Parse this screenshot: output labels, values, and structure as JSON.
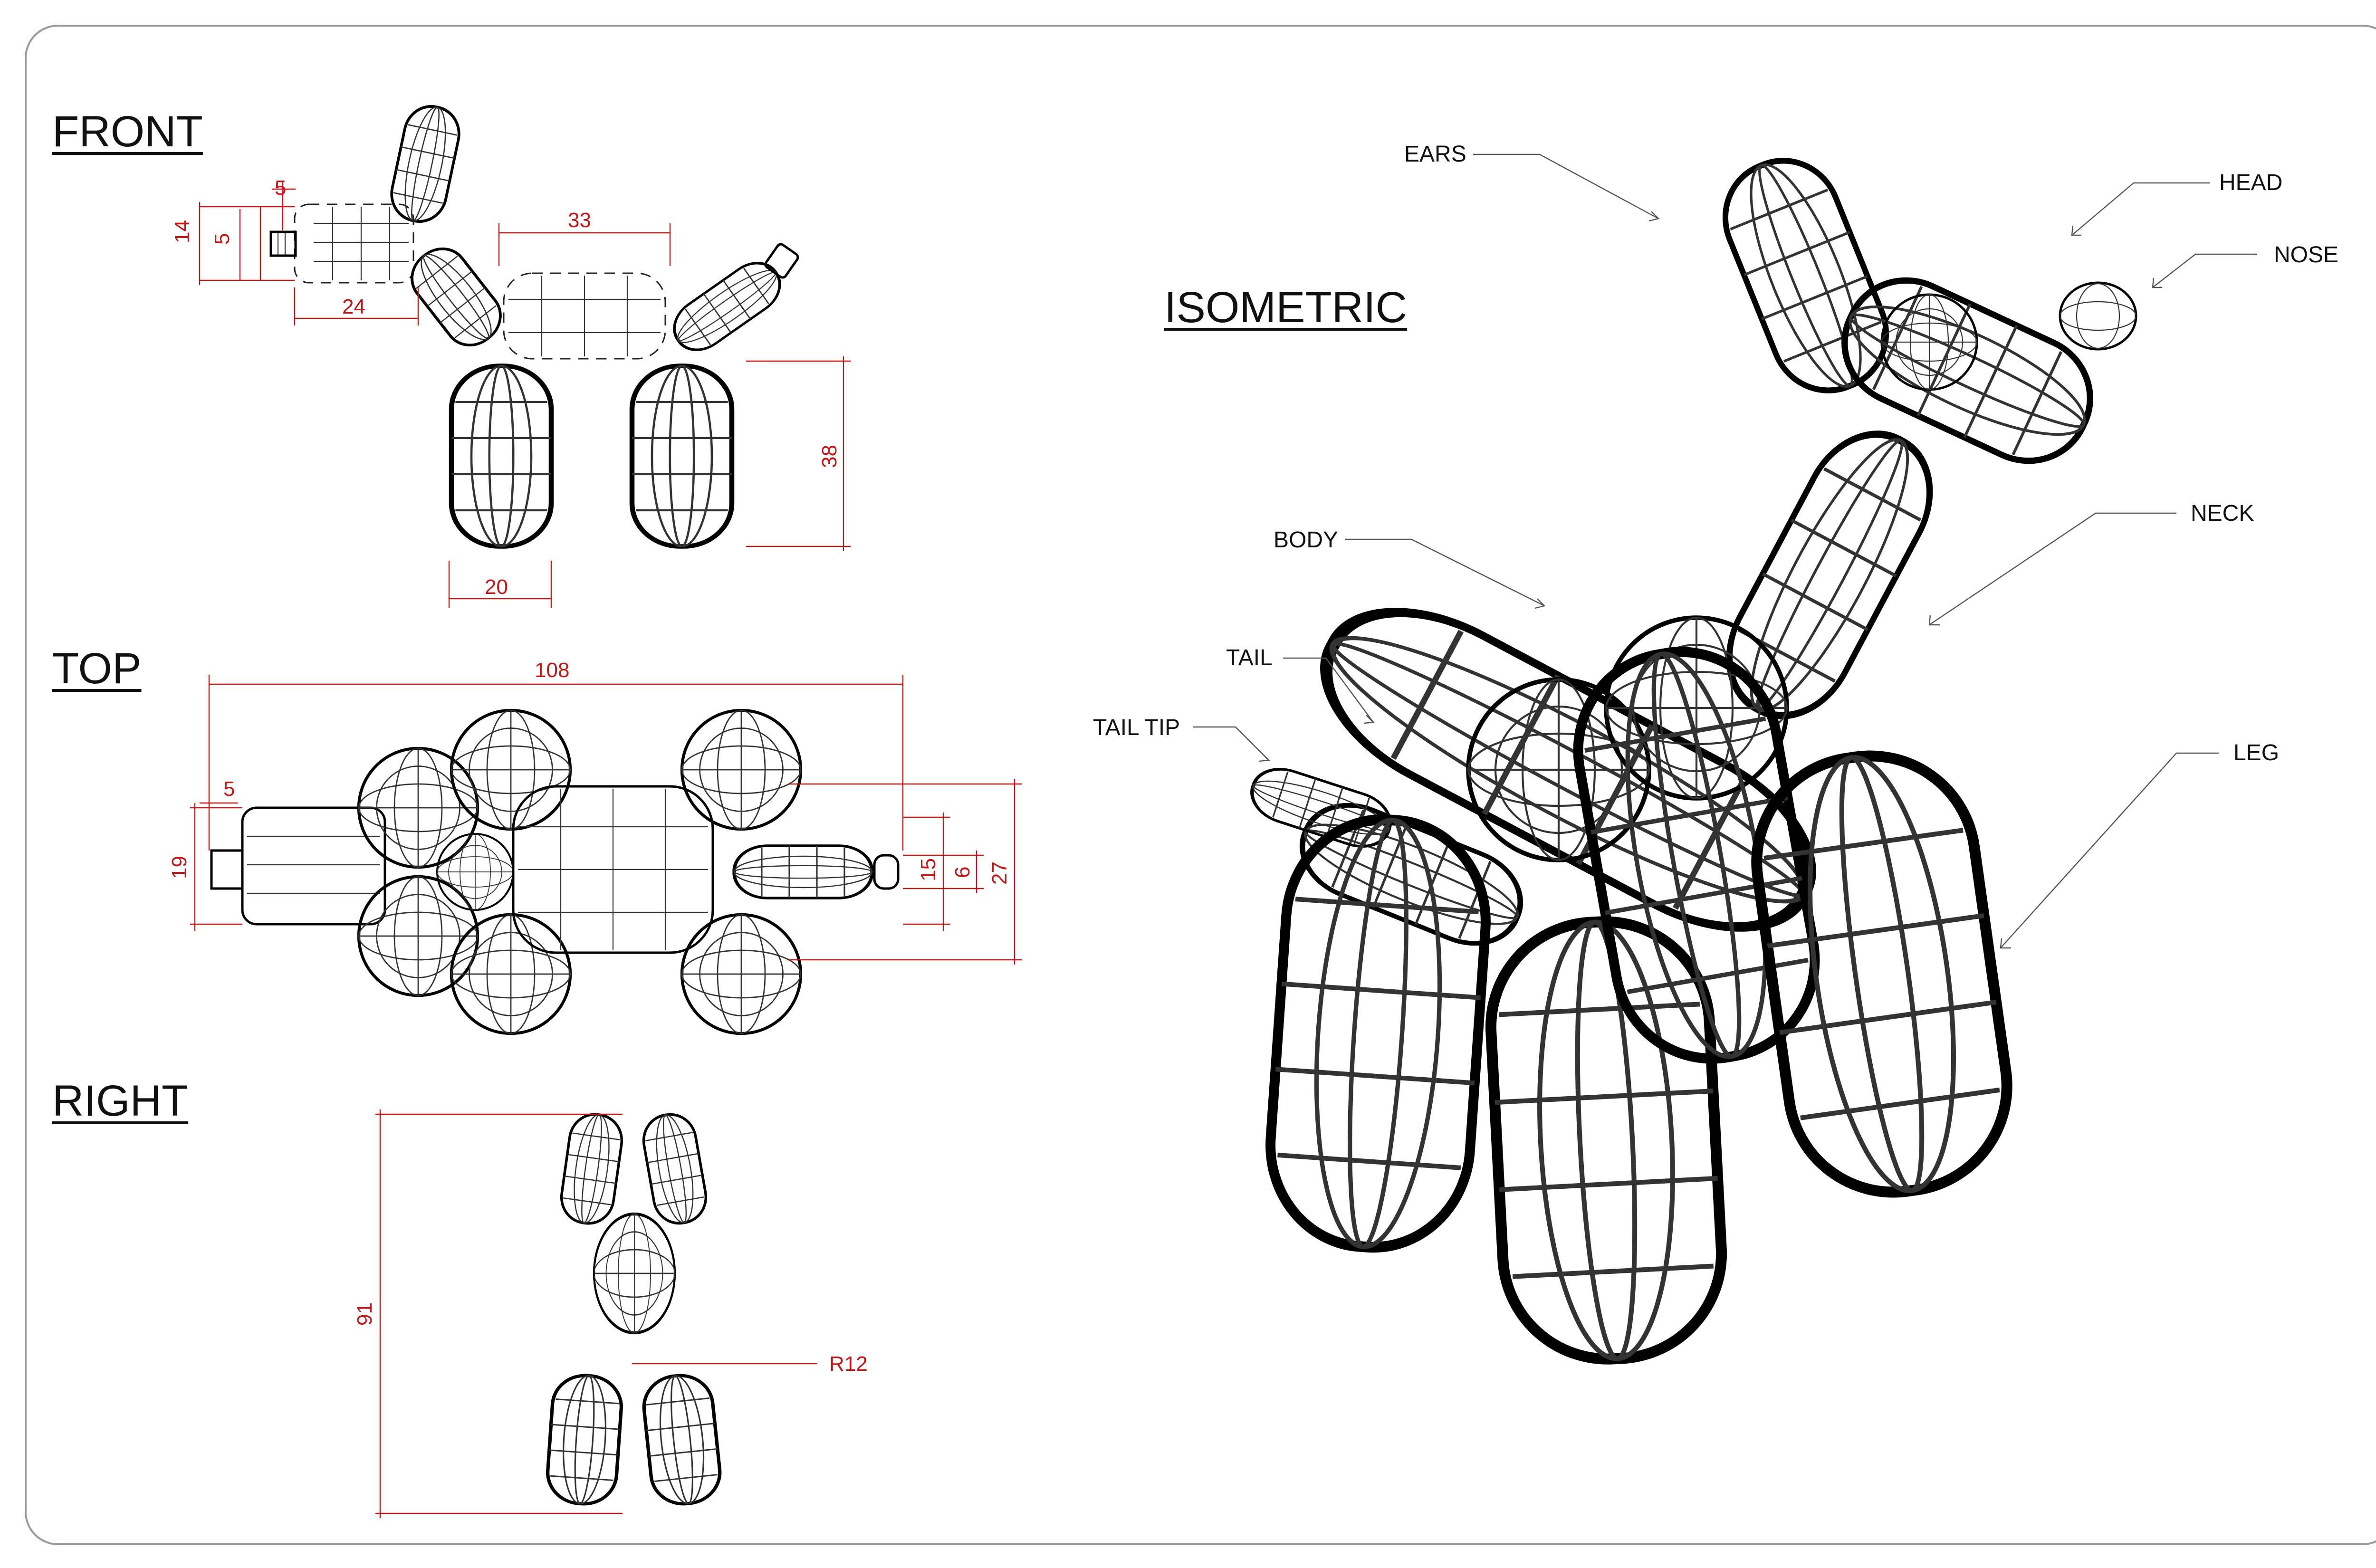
{
  "views": {
    "front": "FRONT",
    "top": "TOP",
    "right": "RIGHT",
    "isometric": "ISOMETRIC"
  },
  "dimensions": {
    "front": [
      "5",
      "14",
      "5",
      "24",
      "33",
      "38",
      "20"
    ],
    "top": [
      "108",
      "5",
      "19",
      "15",
      "6",
      "27"
    ],
    "right": [
      "91",
      "R12"
    ]
  },
  "callouts": [
    "EARS",
    "HEAD",
    "NOSE",
    "NECK",
    "BODY",
    "TAIL",
    "TAIL TIP",
    "LEG"
  ],
  "colors": {
    "dimension": "#c01818",
    "outline": "#000000",
    "border": "#9a9a9a"
  }
}
